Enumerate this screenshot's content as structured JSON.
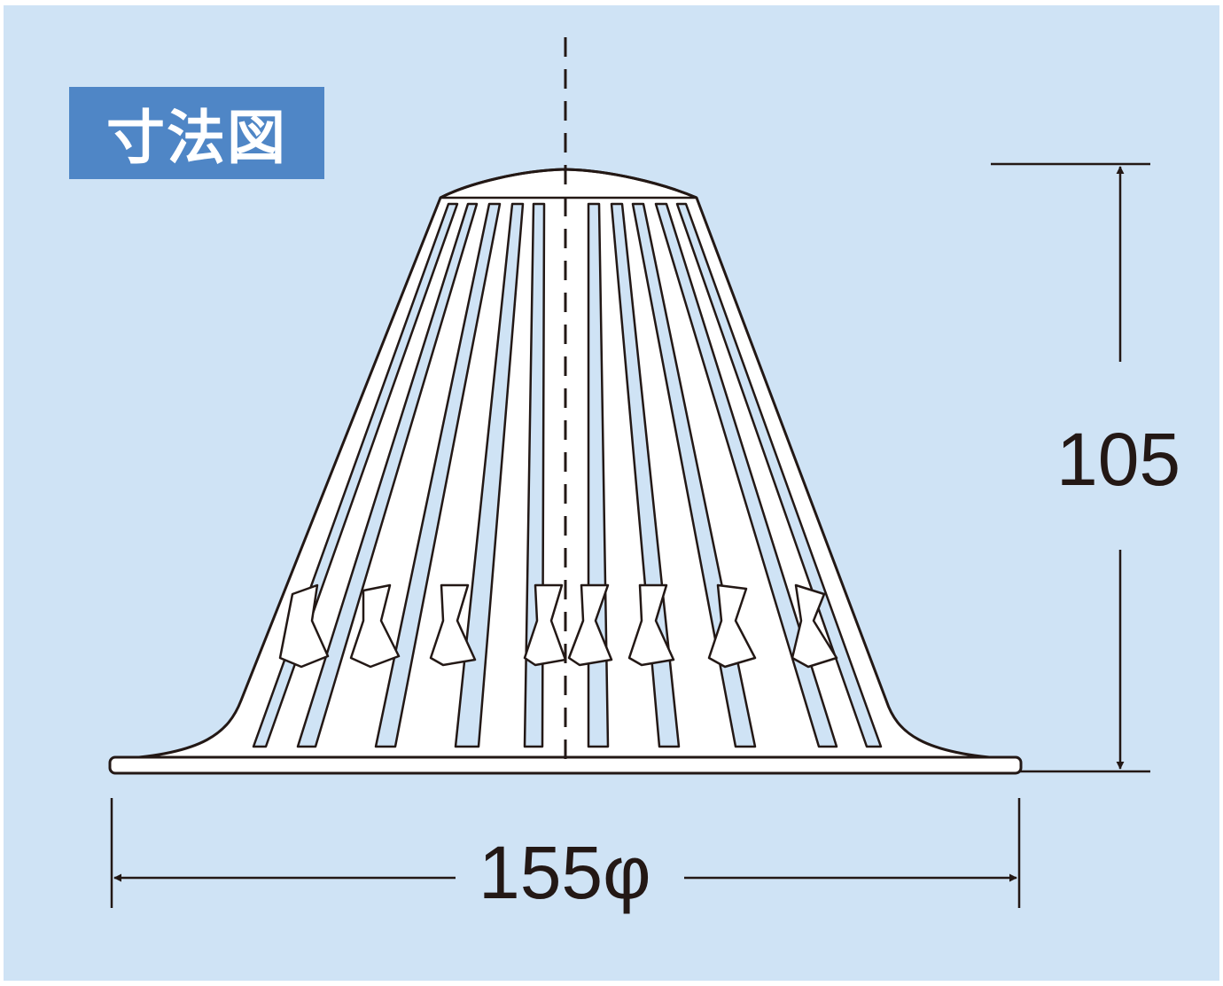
{
  "title": "寸法図",
  "dimensions": {
    "height": "105",
    "width": "155φ"
  },
  "colors": {
    "background": "#cfe3f5",
    "badge": "#4f86c6",
    "line": "#231815",
    "fill": "#ffffff"
  },
  "icons": {
    "arrow": "triangle-arrowhead",
    "center_line": "dashed-center-line"
  }
}
